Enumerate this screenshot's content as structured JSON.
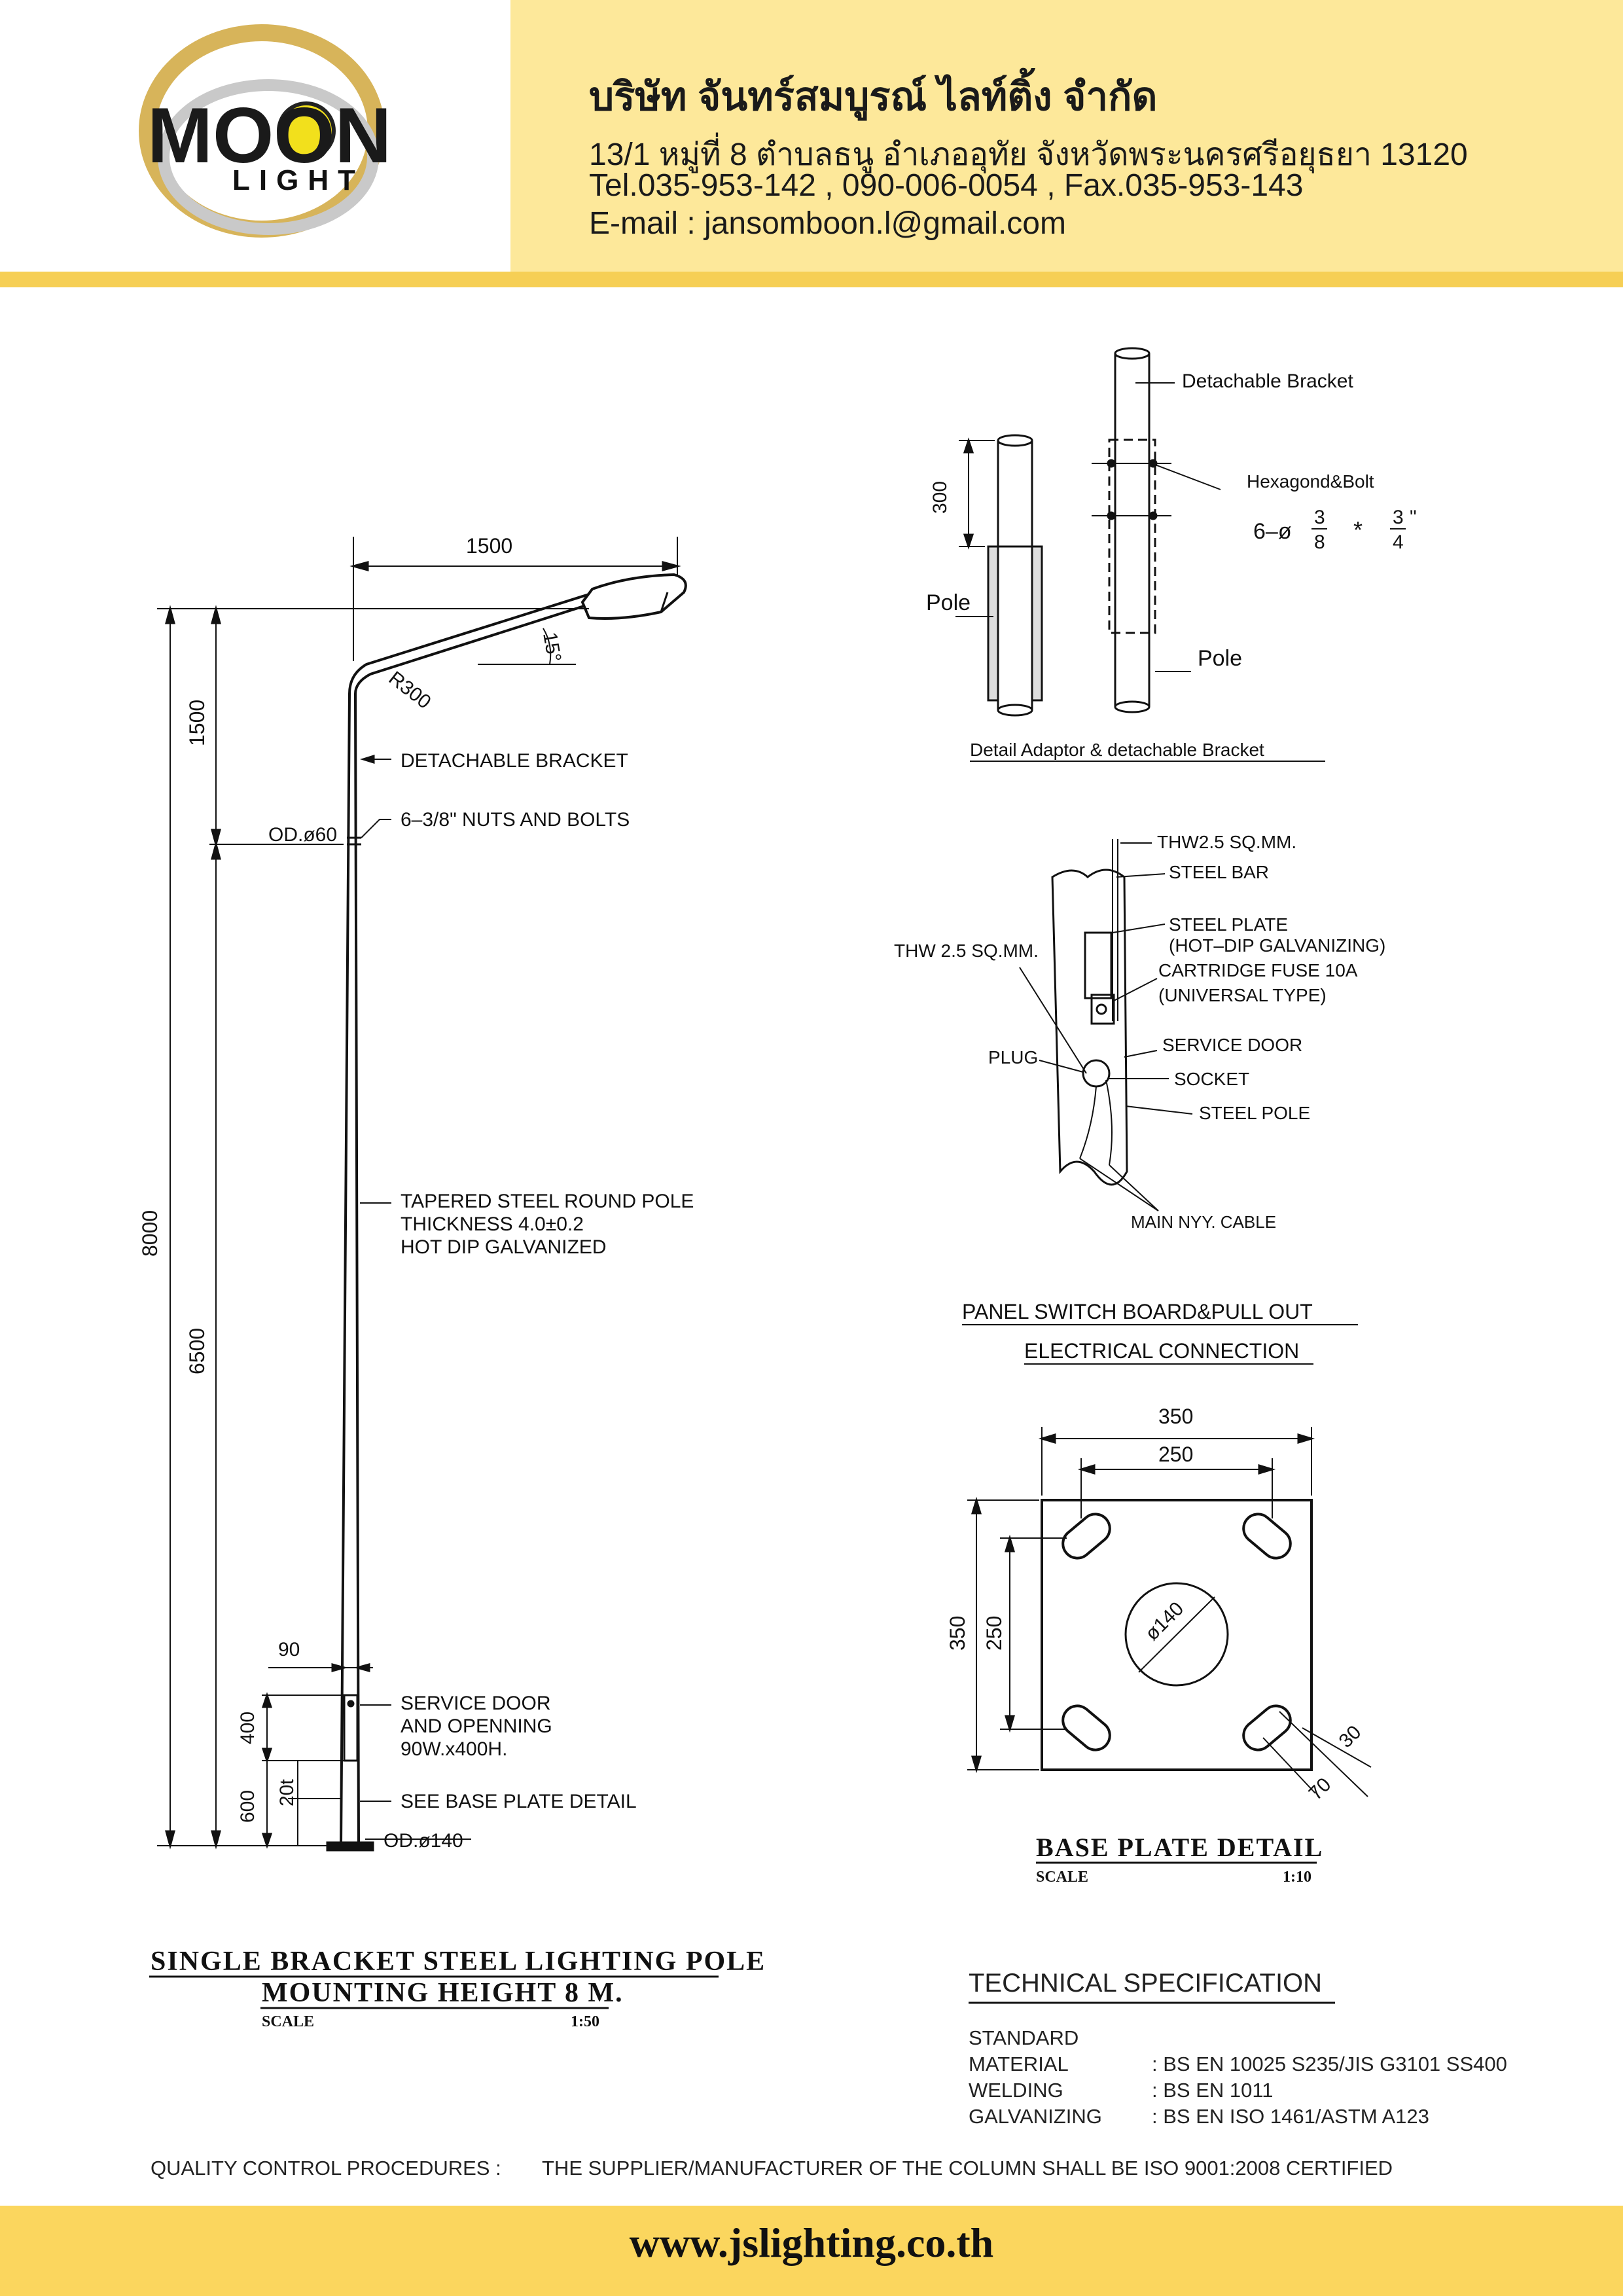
{
  "header": {
    "logo_text": "MOON",
    "logo_subtext": "LIGHT",
    "company_name": "บริษัท จันทร์สมบูรณ์ ไลท์ติ้ง จำกัด",
    "address": "13/1 หมู่ที่ 8 ตำบลธนู อำเภออุทัย จังหวัดพระนครศรีอยุธยา 13120",
    "phone": "Tel.035-953-142 , 090-006-0054 , Fax.035-953-143",
    "email": "E-mail : jansomboon.l@gmail.com"
  },
  "pole_drawing": {
    "dim_arm_length": "1500",
    "dim_arm_height": "1500",
    "dim_total_height": "8000",
    "dim_shaft_height": "6500",
    "dim_door_width": "90",
    "dim_door_height": "400",
    "dim_door_base": "600",
    "dim_plate_thickness": "20t",
    "angle": "15°",
    "radius": "R300",
    "od_top": "OD.ø60",
    "od_bottom": "OD.ø140",
    "label_bracket": "DETACHABLE BRACKET",
    "label_nuts": "6–3/8\" NUTS AND BOLTS",
    "label_pole_1": "TAPERED STEEL ROUND POLE",
    "label_pole_2": "THICKNESS 4.0±0.2",
    "label_pole_3": "HOT DIP GALVANIZED",
    "label_door_1": "SERVICE DOOR",
    "label_door_2": "AND OPENNING",
    "label_door_3": "90W.x400H.",
    "label_base": "SEE BASE PLATE DETAIL",
    "title_1": "SINGLE BRACKET STEEL LIGHTING POLE",
    "title_2": "MOUNTING HEIGHT 8 M.",
    "scale_label": "SCALE",
    "scale_value": "1:50"
  },
  "adaptor_detail": {
    "dim_overlap": "300",
    "label_pole_left": "Pole",
    "label_pole_right": "Pole",
    "label_bracket": "Detachable Bracket",
    "label_bolt": "Hexagond&Bolt",
    "bolt_spec_prefix": "6–ø",
    "bolt_frac1_num": "3",
    "bolt_frac1_den": "8",
    "bolt_times": "*",
    "bolt_frac2_num": "3",
    "bolt_frac2_den": "4",
    "bolt_inch": "\"",
    "caption": "Detail Adaptor & detachable Bracket"
  },
  "panel_detail": {
    "thw_top": "THW2.5 SQ.MM.",
    "steel_bar": "STEEL BAR",
    "steel_plate_1": "STEEL PLATE",
    "steel_plate_2": "(HOT–DIP GALVANIZING)",
    "fuse_1": "CARTRIDGE FUSE 10A",
    "fuse_2": "(UNIVERSAL TYPE)",
    "thw_left": "THW 2.5 SQ.MM.",
    "plug": "PLUG",
    "service_door": "SERVICE DOOR",
    "socket": "SOCKET",
    "steel_pole": "STEEL POLE",
    "main_cable": "MAIN NYY. CABLE",
    "caption_1": "PANEL SWITCH BOARD&PULL OUT",
    "caption_2": "ELECTRICAL CONNECTION"
  },
  "base_plate": {
    "dim_outer_w": "350",
    "dim_inner_w": "250",
    "dim_outer_h": "350",
    "dim_inner_h": "250",
    "dim_hole": "ø140",
    "dim_slot_w": "30",
    "dim_slot_l": "70",
    "title": "BASE PLATE DETAIL",
    "scale_label": "SCALE",
    "scale_value": "1:10"
  },
  "spec": {
    "title": "TECHNICAL SPECIFICATION",
    "standard": "STANDARD",
    "rows": [
      {
        "label": "MATERIAL",
        "value": ": BS EN 10025 S235/JIS G3101 SS400"
      },
      {
        "label": "WELDING",
        "value": ": BS EN 1011"
      },
      {
        "label": "GALVANIZING",
        "value": ": BS EN ISO 1461/ASTM A123"
      }
    ],
    "qc_label": "QUALITY CONTROL PROCEDURES :",
    "qc_text": "THE SUPPLIER/MANUFACTURER OF THE COLUMN SHALL BE ISO 9001:2008 CERTIFIED"
  },
  "footer": {
    "url": "www.jslighting.co.th"
  }
}
